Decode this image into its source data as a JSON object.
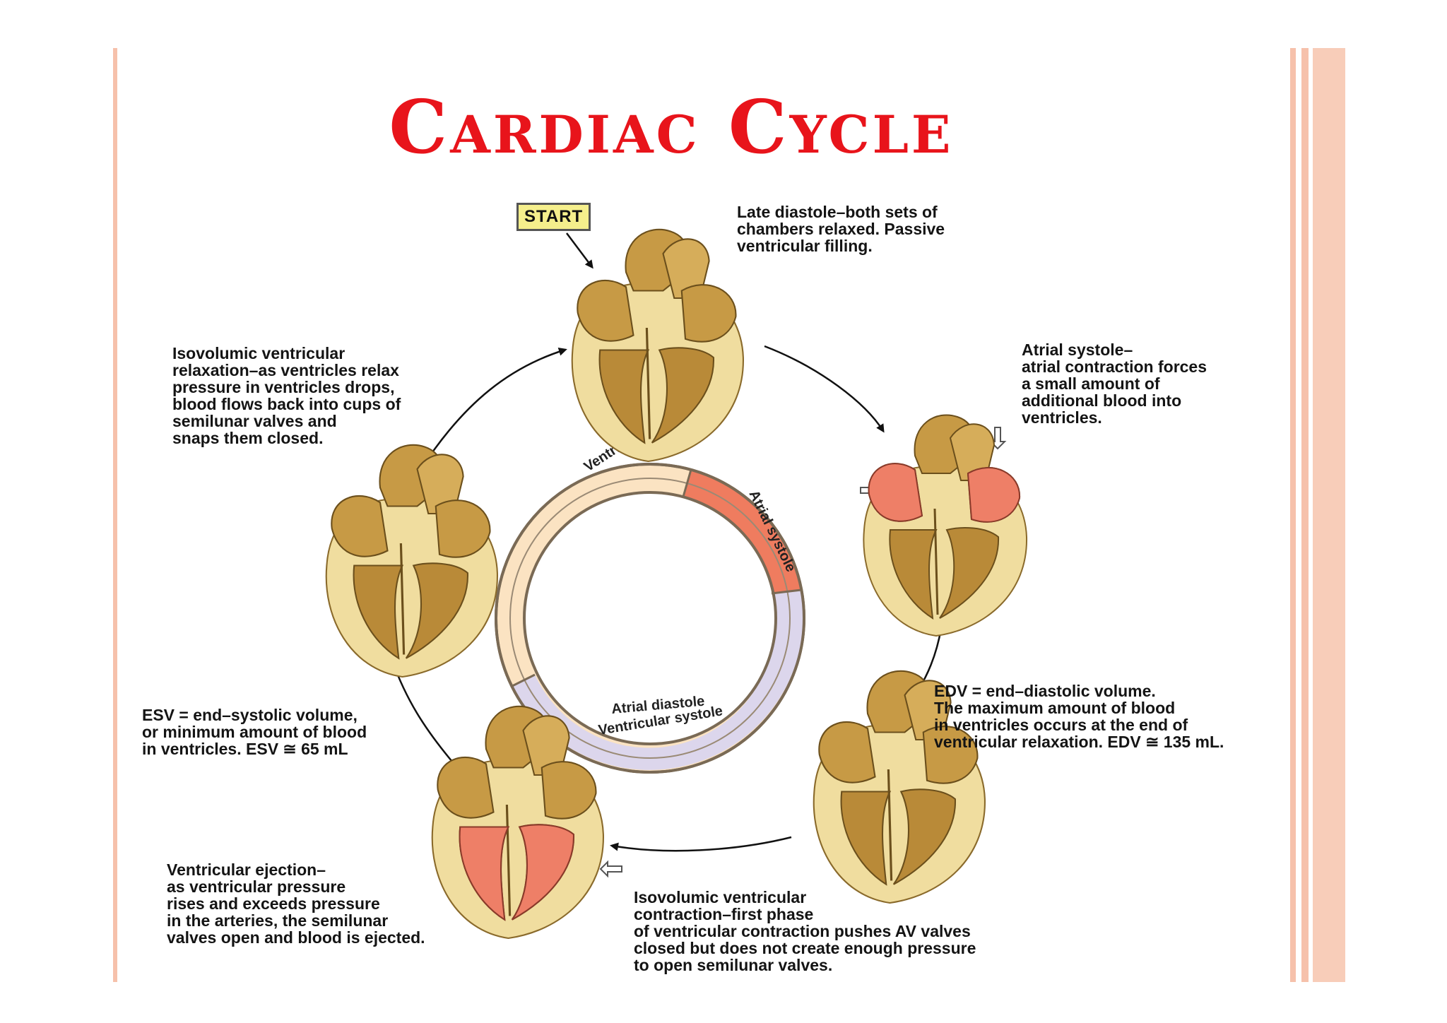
{
  "title": "Cardiac Cycle",
  "start_label": "START",
  "captions": {
    "late_diastole": [
      "Late diastole–both sets of",
      "chambers relaxed.  Passive",
      "ventricular filling."
    ],
    "atrial_systole": [
      "Atrial systole–",
      "atrial contraction forces",
      "a small amount of",
      "additional blood into",
      "ventricles."
    ],
    "edv": [
      "EDV = end–diastolic volume.",
      "The maximum amount of blood",
      "in ventricles occurs at the end of",
      "ventricular relaxation. EDV ≅ 135 mL."
    ],
    "isovolumic_contraction": [
      "Isovolumic ventricular",
      "contraction–first phase",
      "of ventricular contraction pushes AV valves",
      "closed but does not create enough pressure",
      "to open semilunar valves."
    ],
    "ventricular_ejection": [
      "Ventricular ejection–",
      "as ventricular pressure",
      "rises and exceeds pressure",
      "in the arteries, the semilunar",
      "valves open and blood is ejected."
    ],
    "esv": [
      "ESV = end–systolic volume,",
      "or minimum amount of blood",
      "in ventricles. ESV ≅ 65 mL"
    ],
    "isovolumic_relaxation": [
      "Isovolumic ventricular",
      "relaxation–as ventricles relax",
      "pressure in ventricles drops,",
      "blood flows back into cups of",
      "semilunar valves and",
      "snaps them closed."
    ]
  },
  "ring_labels": {
    "ventricular_diastole": "Ventricular diastole",
    "atrial_systole": "Atrial systole",
    "atrial_diastole": "Atrial diastole",
    "ventricular_systole": "Ventricular systole"
  },
  "colors": {
    "title": "#e8141b",
    "stripe": "#f6c1ab",
    "ring_fill": "#fbe3c2",
    "atrial_systole_band": "#ef7c5f",
    "ventricular_systole_band": "#dcd6ec",
    "heart_tan": "#c79a45",
    "heart_light": "#f1dfa4",
    "heart_contracting": "#ee7f67"
  }
}
